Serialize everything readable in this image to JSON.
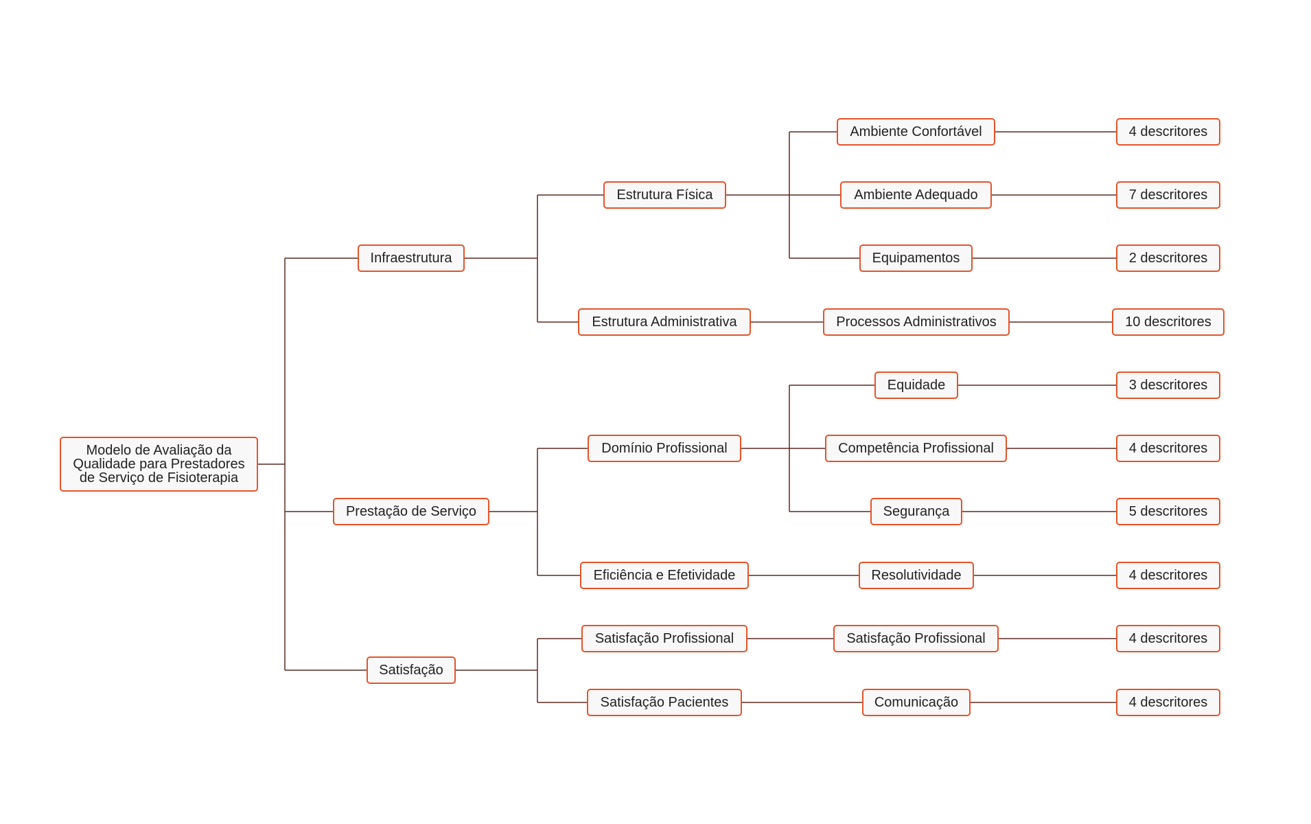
{
  "diagram": {
    "root": "Modelo de Avaliação da Qualidade para Prestadores de Serviço de Fisioterapia",
    "dimensions": [
      {
        "label": "Infraestrutura",
        "subdimensions": [
          {
            "label": "Estrutura Física",
            "criteria": [
              {
                "label": "Ambiente Confortável",
                "descriptors": "4 descritores"
              },
              {
                "label": "Ambiente Adequado",
                "descriptors": "7 descritores"
              },
              {
                "label": "Equipamentos",
                "descriptors": "2 descritores"
              }
            ]
          },
          {
            "label": "Estrutura Administrativa",
            "criteria": [
              {
                "label": "Processos Administrativos",
                "descriptors": "10 descritores"
              }
            ]
          }
        ]
      },
      {
        "label": "Prestação de Serviço",
        "subdimensions": [
          {
            "label": "Domínio Profissional",
            "criteria": [
              {
                "label": "Equidade",
                "descriptors": "3 descritores"
              },
              {
                "label": "Competência Profissional",
                "descriptors": "4 descritores"
              },
              {
                "label": "Segurança",
                "descriptors": "5 descritores"
              }
            ]
          },
          {
            "label": "Eficiência e Efetividade",
            "criteria": [
              {
                "label": "Resolutividade",
                "descriptors": "4 descritores"
              }
            ]
          }
        ]
      },
      {
        "label": "Satisfação",
        "subdimensions": [
          {
            "label": "Satisfação Profissional",
            "criteria": [
              {
                "label": "Satisfação Profissional",
                "descriptors": "4 descritores"
              }
            ]
          },
          {
            "label": "Satisfação Pacientes",
            "criteria": [
              {
                "label": "Comunicação",
                "descriptors": "4 descritores"
              }
            ]
          }
        ]
      }
    ]
  },
  "colors": {
    "node_border": "#e5532a",
    "node_fill": "#f8f8f8",
    "connector": "#5a2a22",
    "text": "#222222"
  }
}
